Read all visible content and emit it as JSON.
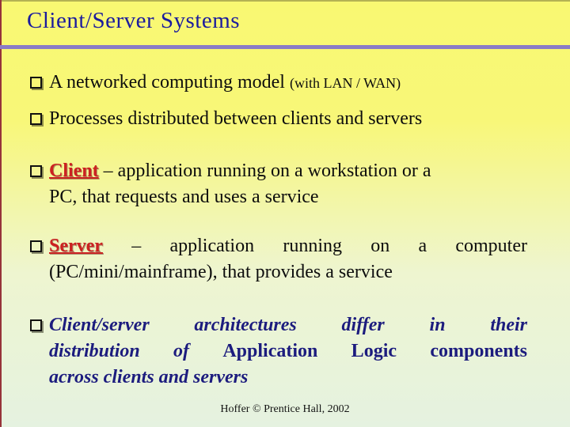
{
  "slide": {
    "title": "Client/Server Systems",
    "footer": "Hoffer © Prentice Hall, 2002",
    "colors": {
      "background_top": "#f9f872",
      "background_bottom": "#e5f2e0",
      "title_navy": "#1b1b9e",
      "divider_purple": "#8a7bc6",
      "body_black": "#0d0d0d",
      "keyword_red": "#cc2121",
      "emphasis_navy": "#1c1c7e",
      "left_edge_maroon": "#96333a",
      "top_edge_olive": "#b5b254"
    },
    "bullets": [
      {
        "text": "A networked computing model ",
        "note": "(with LAN / WAN)"
      },
      {
        "text": "Processes distributed between clients and servers"
      },
      {
        "term": "Client",
        "line1": " – application running on a workstation or a",
        "line2": "PC, that requests and uses a service"
      },
      {
        "term": "Server",
        "line1": " – application running on a computer",
        "line2": "(PC/mini/mainframe), that provides a service"
      },
      {
        "line1": "Client/server architectures differ in their",
        "line2_italic": "distribution of ",
        "line2_upright": "Application Logic components",
        "line3": "across clients and servers"
      }
    ]
  }
}
